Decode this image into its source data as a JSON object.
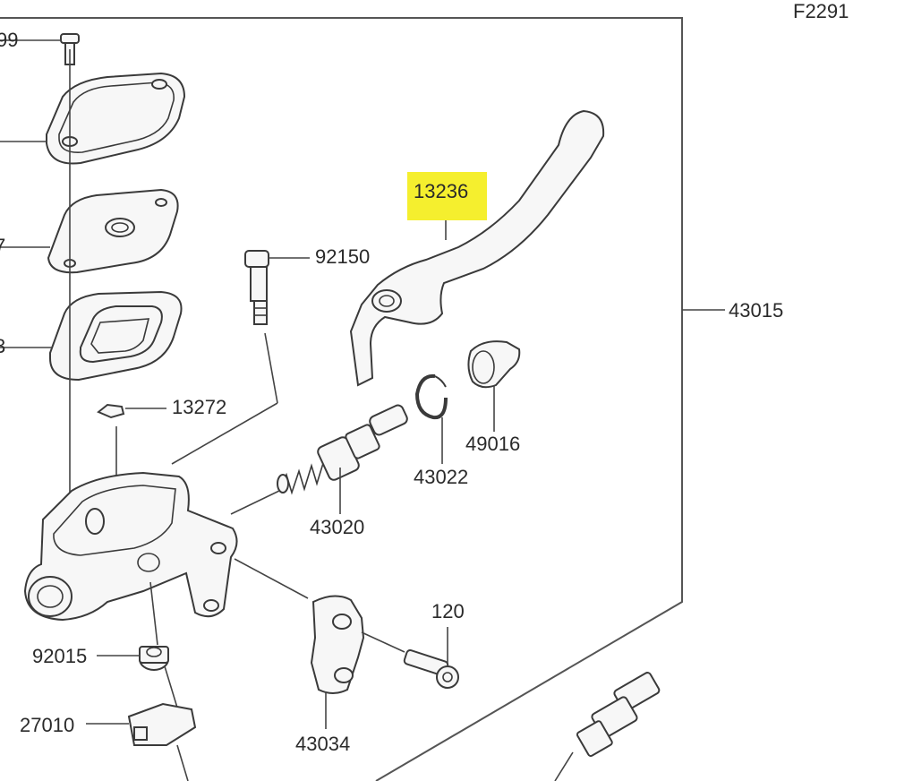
{
  "figure_code": "F2291",
  "highlight_color": "#f5ef2e",
  "labels": {
    "p99": "99",
    "p13236": "13236",
    "p92150": "92150",
    "p43015": "43015",
    "p13272": "13272",
    "p49016": "49016",
    "p43022": "43022",
    "p43020": "43020",
    "p120": "120",
    "p92015": "92015",
    "p27010": "27010",
    "p43034": "43034",
    "p7": "7",
    "p3": "3"
  }
}
